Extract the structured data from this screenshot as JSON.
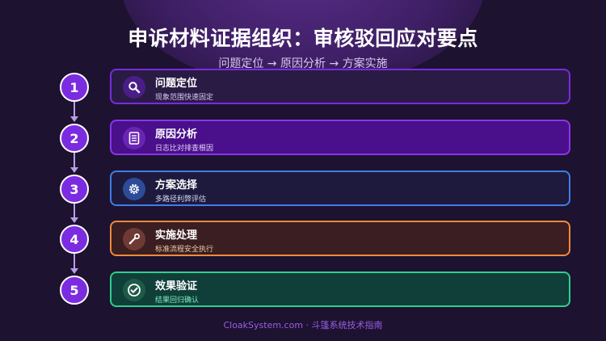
{
  "title": "申诉材料证据组织：审核驳回应对要点",
  "subtitle": "问题定位 → 原因分析 → 方案实施",
  "steps": [
    {
      "number": "1",
      "title": "问题定位",
      "desc": "现象范围快速固定",
      "icon": "search-icon",
      "colors": {
        "fill": "#2a1b45",
        "border": "#7a2be0",
        "icon_bg": "#4a1e86",
        "desc": "#d8c8f0"
      }
    },
    {
      "number": "2",
      "title": "原因分析",
      "desc": "日志比对排查根因",
      "icon": "document-icon",
      "colors": {
        "fill": "#4a0f8a",
        "border": "#8a35ea",
        "icon_bg": "#6a24b4",
        "desc": "#e2d2fa"
      }
    },
    {
      "number": "3",
      "title": "方案选择",
      "desc": "多路径利弊评估",
      "icon": "gear-icon",
      "colors": {
        "fill": "#1e1a3e",
        "border": "#3f7de6",
        "icon_bg": "#2d4c98",
        "desc": "#d0dcf5"
      }
    },
    {
      "number": "4",
      "title": "实施处理",
      "desc": "标准流程安全执行",
      "icon": "wrench-icon",
      "colors": {
        "fill": "#3a1e22",
        "border": "#ef8a3c",
        "icon_bg": "#6e3a33",
        "desc": "#f5c9a5"
      }
    },
    {
      "number": "5",
      "title": "效果验证",
      "desc": "结果回归确认",
      "icon": "check-circle-icon",
      "colors": {
        "fill": "#103f3a",
        "border": "#2ecf8e",
        "icon_bg": "#1f5a48",
        "desc": "#7ef0c0"
      }
    }
  ],
  "footer": "CloakSystem.com · 斗篷系统技术指南"
}
